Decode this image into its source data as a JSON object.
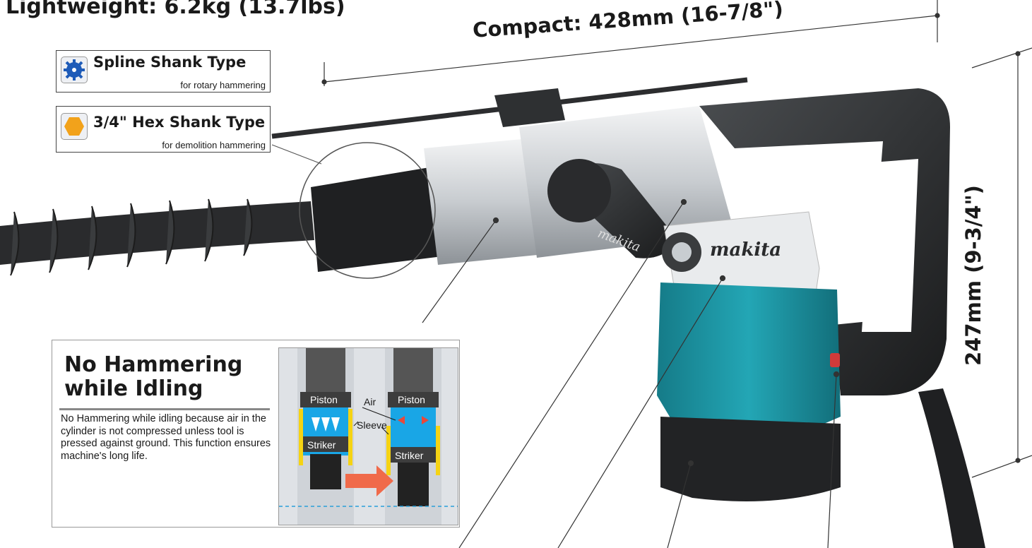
{
  "headline": {
    "weight": "Lightweight: 6.2kg (13.7lbs)",
    "length": "Compact: 428mm (16-7/8\")",
    "height": "247mm (9-3/4\")"
  },
  "shank_types": [
    {
      "title": "Spline Shank Type",
      "subtitle": "for rotary hammering",
      "icon": "spline-gear-icon",
      "color": "#1e5bb8"
    },
    {
      "title": "3/4\" Hex Shank Type",
      "subtitle": "for demolition hammering",
      "icon": "hexagon-icon",
      "color": "#f2a21b"
    }
  ],
  "idle_feature": {
    "title": "No Hammering while Idling",
    "description": "No Hammering while idling because air in the cylinder is not compressed unless tool is pressed against ground. This function ensures machine's long life.",
    "diagram_labels": {
      "piston_left": "Piston",
      "striker_left": "Striker",
      "piston_right": "Piston",
      "striker_right": "Striker",
      "air": "Air",
      "sleeve": "Sleeve"
    }
  },
  "product": {
    "brand": "makita",
    "colors": {
      "body_teal": "#1b8f9e",
      "housing_gray": "#d9dcdf",
      "grip_black": "#2a2c2e"
    }
  }
}
